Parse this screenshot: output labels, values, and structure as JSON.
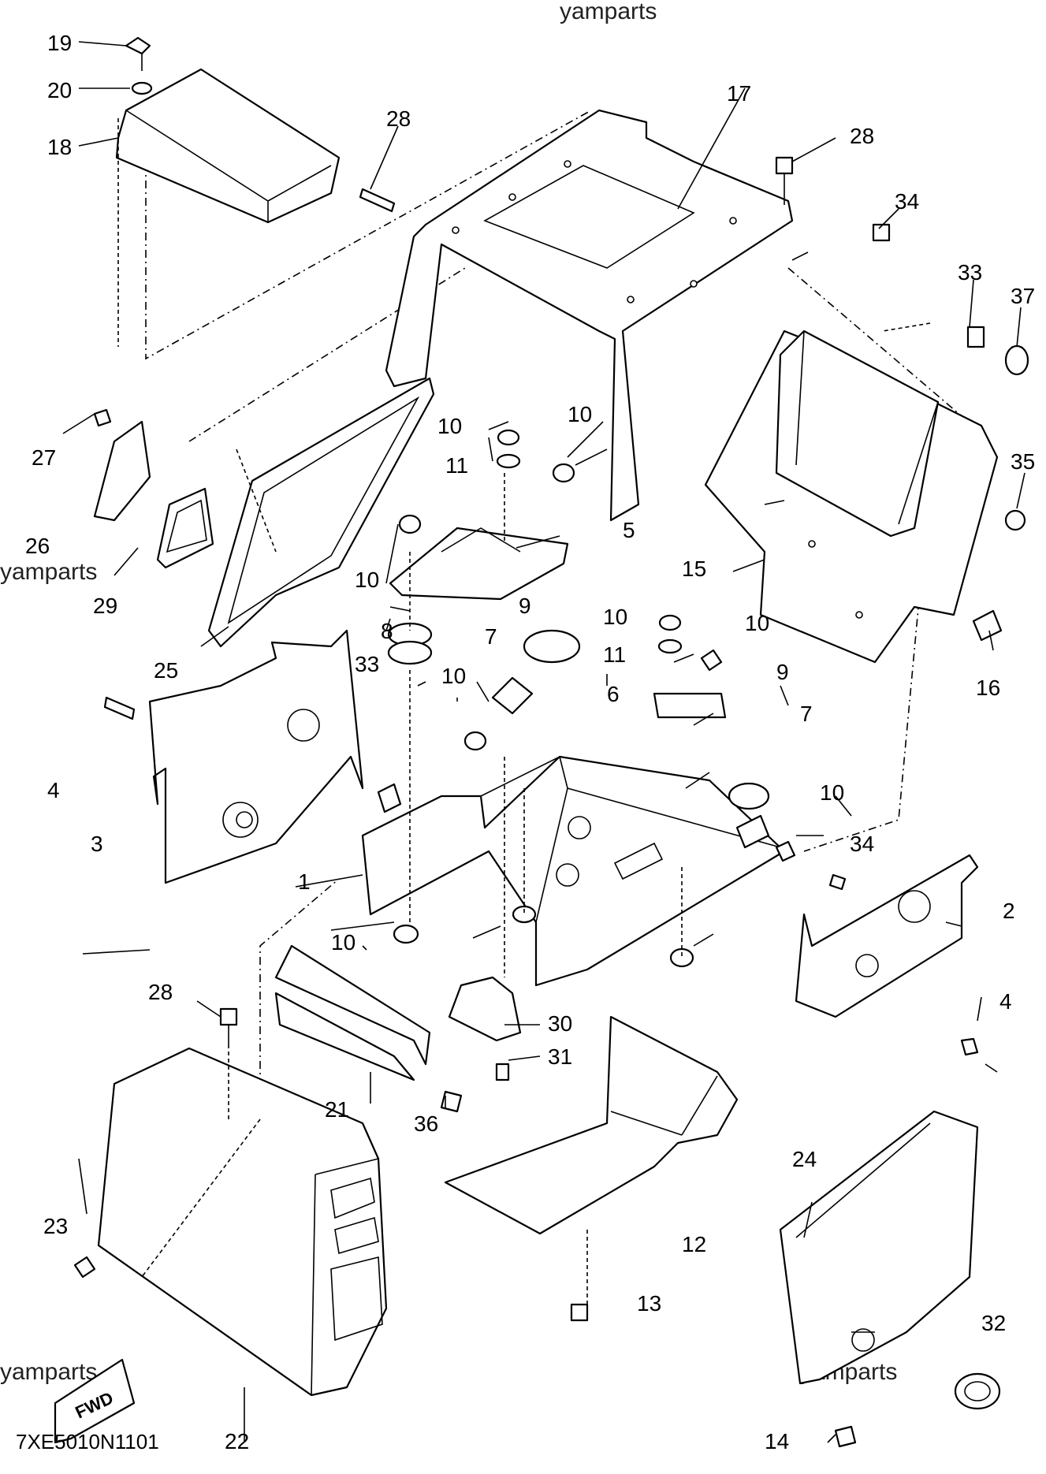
{
  "watermark": "yamparts",
  "diagram_code": "7XE5010N1101",
  "direction_label": "FWD",
  "callouts": [
    "1",
    "2",
    "3",
    "4",
    "4",
    "5",
    "6",
    "7",
    "7",
    "8",
    "9",
    "9",
    "10",
    "10",
    "10",
    "10",
    "10",
    "10",
    "10",
    "10",
    "11",
    "11",
    "12",
    "13",
    "14",
    "15",
    "16",
    "17",
    "18",
    "19",
    "20",
    "21",
    "22",
    "23",
    "24",
    "25",
    "26",
    "27",
    "28",
    "28",
    "28",
    "29",
    "30",
    "31",
    "32",
    "33",
    "33",
    "34",
    "34",
    "35",
    "36",
    "37"
  ]
}
